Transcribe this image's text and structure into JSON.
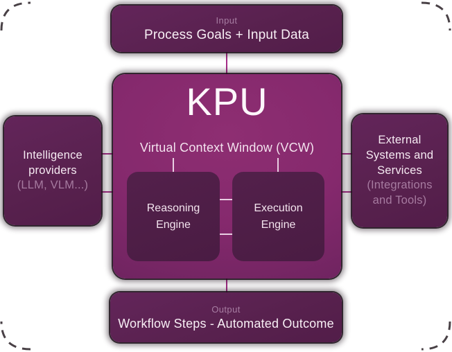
{
  "diagram": {
    "input": {
      "label": "Input",
      "title": "Process Goals + Input Data"
    },
    "kpu": {
      "title": "KPU",
      "subtitle": "Virtual Context Window (VCW)"
    },
    "engines": [
      {
        "title": "Reasoning Engine"
      },
      {
        "title": "Execution Engine"
      }
    ],
    "intelligence_providers": {
      "title": "Intelligence providers",
      "subtitle": "(LLM, VLM...)"
    },
    "external_systems": {
      "title": "External Systems and Services",
      "subtitle": "(Integrations and Tools)"
    },
    "output": {
      "label": "Output",
      "title": "Workflow Steps - Automated Outcome"
    }
  },
  "colors": {
    "connector_line": "#a62c88",
    "internal_line": "#e9cfe3",
    "dark_node": "#5c2252",
    "kpu_node": "#86286e",
    "engine_node": "#4e1e45",
    "muted_text": "#a67ba0",
    "primary_text": "#f6eaf2"
  }
}
